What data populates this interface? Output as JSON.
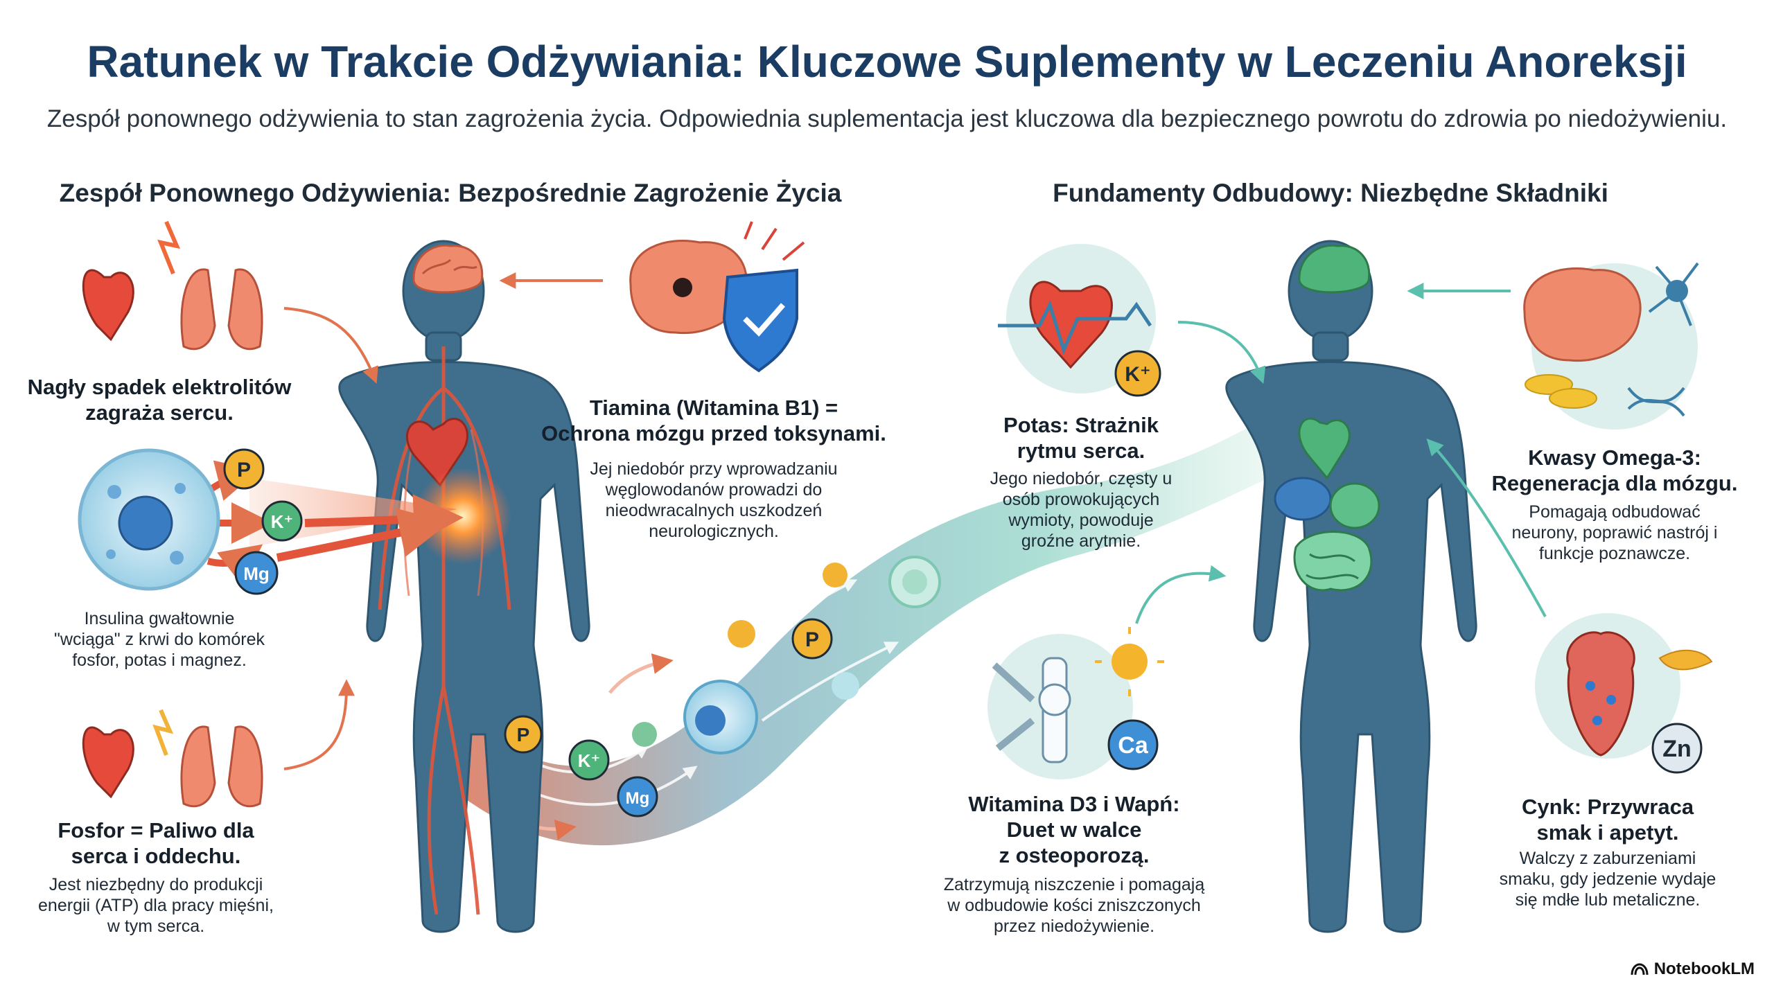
{
  "header": {
    "title": "Ratunek w Trakcie Odżywiania: Kluczowe Suplementy w Leczeniu Anoreksji",
    "subtitle": "Zespół ponownego odżywienia to stan zagrożenia życia. Odpowiednia suplementacja jest kluczowa dla bezpiecznego powrotu do zdrowia po niedożywieniu."
  },
  "left_section": {
    "heading": "Zespół Ponownego Odżywienia: Bezpośrednie Zagrożenie Życia",
    "electrolytes": {
      "caption": [
        "Nagły spadek elektrolitów",
        "zagraża sercu."
      ]
    },
    "insulin": {
      "text": [
        "Insulina gwałtownie",
        "\"wciąga\" z krwi do komórek",
        "fosfor, potas i magnez."
      ]
    },
    "phosphor": {
      "caption": [
        "Fosfor = Paliwo dla",
        "serca i oddechu."
      ],
      "text": [
        "Jest niezbędny do produkcji",
        "energii (ATP) dla pracy mięśni,",
        "w tym serca."
      ]
    },
    "thiamine": {
      "caption": [
        "Tiamina (Witamina B1) =",
        "Ochrona mózgu przed toksynami."
      ],
      "text": [
        "Jej niedobór przy wprowadzaniu",
        "węglowodanów prowadzi do",
        "nieodwracalnych uszkodzeń",
        "neurologicznych."
      ]
    }
  },
  "right_section": {
    "heading": "Fundamenty Odbudowy: Niezbędne Składniki",
    "potassium": {
      "caption": [
        "Potas: Strażnik",
        "rytmu serca."
      ],
      "text": [
        "Jego niedobór, częsty u",
        "osób prowokujących",
        "wymioty, powoduje",
        "groźne arytmie."
      ]
    },
    "vitd": {
      "caption": [
        "Witamina D3 i Wapń:",
        "Duet w walce",
        "z osteoporozą."
      ],
      "text": [
        "Zatrzymują niszczenie i pomagają",
        "w odbudowie kości zniszczonych",
        "przez niedożywienie."
      ]
    },
    "omega": {
      "caption": [
        "Kwasy Omega-3:",
        "Regeneracja dla mózgu."
      ],
      "text": [
        "Pomagają odbudować",
        "neurony, poprawić nastrój i",
        "funkcje poznawcze."
      ]
    },
    "zinc": {
      "caption": [
        "Cynk: Przywraca",
        "smak i apetyt."
      ],
      "text": [
        "Walczy z zaburzeniami",
        "smaku, gdy jedzenie wydaje",
        "się mdłe lub metaliczne."
      ]
    }
  },
  "badges": {
    "p": "P",
    "k": "K⁺",
    "mg": "Mg",
    "ca": "Ca",
    "zn": "Zn"
  },
  "brand": "NotebookLM",
  "colors": {
    "title": "#1b3d63",
    "body": "#3e6f8c",
    "danger": "#e2553b",
    "recovery": "#3bb39a"
  }
}
